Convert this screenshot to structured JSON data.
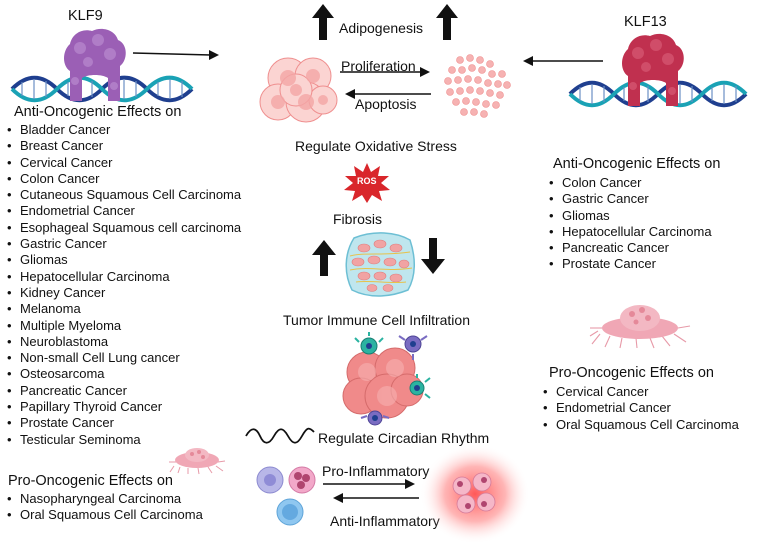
{
  "klf9": {
    "name": "KLF9",
    "anti_heading": "Anti-Oncogenic Effects on",
    "anti_list": [
      "Bladder Cancer",
      "Breast Cancer",
      "Cervical Cancer",
      "Colon Cancer",
      "Cutaneous Squamous Cell Carcinoma",
      "Endometrial Cancer",
      "Esophageal Squamous cell carcinoma",
      "Gastric Cancer",
      "Gliomas",
      "Hepatocellular Carcinoma",
      "Kidney Cancer",
      "Melanoma",
      "Multiple Myeloma",
      "Neuroblastoma",
      "Non-small Cell Lung cancer",
      "Osteosarcoma",
      "Pancreatic Cancer",
      "Papillary Thyroid Cancer",
      "Prostate Cancer",
      "Testicular Seminoma"
    ],
    "pro_heading": "Pro-Oncogenic Effects on",
    "pro_list": [
      "Nasopharyngeal Carcinoma",
      "Oral Squamous Cell Carcinoma"
    ]
  },
  "klf13": {
    "name": "KLF13",
    "anti_heading": "Anti-Oncogenic Effects on",
    "anti_list": [
      "Colon Cancer",
      "Gastric Cancer",
      "Gliomas",
      "Hepatocellular Carcinoma",
      "Pancreatic Cancer",
      "Prostate Cancer"
    ],
    "pro_heading": "Pro-Oncogenic Effects on",
    "pro_list": [
      "Cervical Cancer",
      "Endometrial Cancer",
      "Oral Squamous Cell Carcinoma"
    ]
  },
  "center": {
    "adipogenesis": "Adipogenesis",
    "proliferation": "Proliferation",
    "apoptosis": "Apoptosis",
    "oxidative_stress": "Regulate Oxidative Stress",
    "ros": "ROS",
    "fibrosis": "Fibrosis",
    "tumor_infiltration": "Tumor Immune Cell Infiltration",
    "circadian": "Regulate Circadian Rhythm",
    "pro_inflammatory": "Pro-Inflammatory",
    "anti_inflammatory": "Anti-Inflammatory"
  },
  "colors": {
    "klf9_protein": "#9b5fb5",
    "klf13_protein": "#c0304f",
    "dna_blue": "#1f3f8f",
    "dna_teal": "#1aa2b5",
    "cell_pink": "#f4a6a6",
    "ros_red": "#d9262b"
  }
}
